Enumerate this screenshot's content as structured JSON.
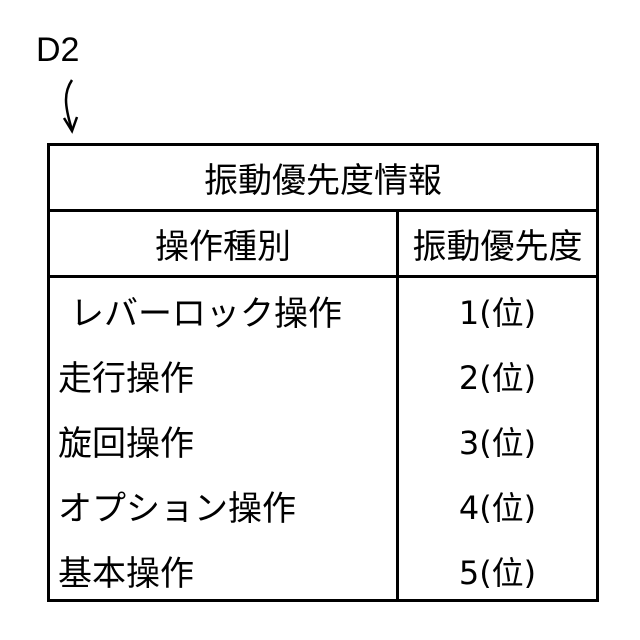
{
  "figure": {
    "ref_label": "D2",
    "table": {
      "title": "振動優先度情報",
      "headers": {
        "type": "操作種別",
        "priority": "振動優先度"
      },
      "rows": [
        {
          "type": "レバーロック操作",
          "priority": "1(位)"
        },
        {
          "type": "走行操作",
          "priority": "2(位)"
        },
        {
          "type": "旋回操作",
          "priority": "3(位)"
        },
        {
          "type": "オプション操作",
          "priority": "4(位)"
        },
        {
          "type": "基本操作",
          "priority": "5(位)"
        }
      ]
    }
  }
}
